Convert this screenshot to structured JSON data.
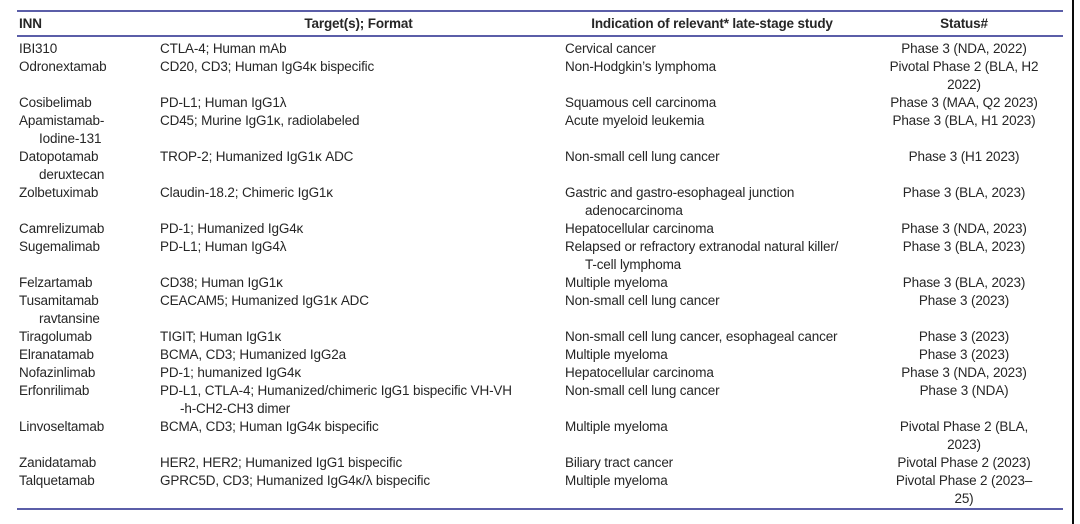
{
  "colors": {
    "rule": "#5b5ea8",
    "text": "#262626",
    "frame_edge": "#0a0a0a",
    "background": "#ffffff"
  },
  "table": {
    "columns": [
      {
        "label": "INN",
        "cell_name": "cell-inn"
      },
      {
        "label": "Target(s); Format",
        "cell_name": "cell-target-format"
      },
      {
        "label": "Indication of relevant* late-stage study",
        "cell_name": "cell-indication"
      },
      {
        "label": "Status#",
        "cell_name": "cell-status"
      }
    ],
    "rows": [
      [
        "IBI310",
        "CTLA-4; Human mAb",
        "Cervical cancer",
        "Phase 3 (NDA, 2022)"
      ],
      [
        "Odronextamab",
        "CD20, CD3; Human IgG4κ bispecific",
        "Non-Hodgkin’s lymphoma",
        "Pivotal Phase 2 (BLA, H2\n2022)"
      ],
      [
        "Cosibelimab",
        "PD-L1; Human IgG1λ",
        "Squamous cell carcinoma",
        "Phase 3 (MAA, Q2 2023)"
      ],
      [
        "Apamistamab-\nIodine-131",
        "CD45; Murine IgG1κ, radiolabeled",
        "Acute myeloid leukemia",
        "Phase 3 (BLA, H1 2023)"
      ],
      [
        "Datopotamab\nderuxtecan",
        "TROP-2; Humanized IgG1κ ADC",
        "Non-small cell lung cancer",
        "Phase 3 (H1 2023)"
      ],
      [
        "Zolbetuximab",
        "Claudin-18.2; Chimeric IgG1κ",
        "Gastric and gastro-esophageal junction\nadenocarcinoma",
        "Phase 3 (BLA, 2023)"
      ],
      [
        "Camrelizumab",
        "PD-1; Humanized IgG4κ",
        "Hepatocellular carcinoma",
        "Phase 3 (NDA, 2023)"
      ],
      [
        "Sugemalimab",
        "PD-L1; Human IgG4λ",
        "Relapsed or refractory extranodal natural killer/\nT-cell lymphoma",
        "Phase 3 (BLA, 2023)"
      ],
      [
        "Felzartamab",
        "CD38; Human IgG1κ",
        "Multiple myeloma",
        "Phase 3 (BLA, 2023)"
      ],
      [
        "Tusamitamab\nravtansine",
        "CEACAM5; Humanized IgG1κ ADC",
        "Non-small cell lung cancer",
        "Phase 3 (2023)"
      ],
      [
        "Tiragolumab",
        "TIGIT; Human IgG1κ",
        "Non-small cell lung cancer, esophageal cancer",
        "Phase 3 (2023)"
      ],
      [
        "Elranatamab",
        "BCMA, CD3; Humanized IgG2a",
        "Multiple myeloma",
        "Phase 3 (2023)"
      ],
      [
        "Nofazinlimab",
        "PD-1; humanized IgG4κ",
        "Hepatocellular carcinoma",
        "Phase 3 (NDA, 2023)"
      ],
      [
        "Erfonrilimab",
        "PD-L1, CTLA-4; Humanized/chimeric IgG1 bispecific VH-VH\n-h-CH2-CH3 dimer",
        "Non-small cell lung cancer",
        "Phase 3 (NDA)"
      ],
      [
        "Linvoseltamab",
        "BCMA, CD3; Human IgG4κ bispecific",
        "Multiple myeloma",
        "Pivotal Phase 2 (BLA,\n2023)"
      ],
      [
        "Zanidatamab",
        "HER2, HER2; Humanized IgG1 bispecific",
        "Biliary tract cancer",
        "Pivotal Phase 2 (2023)"
      ],
      [
        "Talquetamab",
        "GPRC5D, CD3; Humanized IgG4κ/λ bispecific",
        "Multiple myeloma",
        "Pivotal Phase 2 (2023–\n25)"
      ]
    ]
  }
}
